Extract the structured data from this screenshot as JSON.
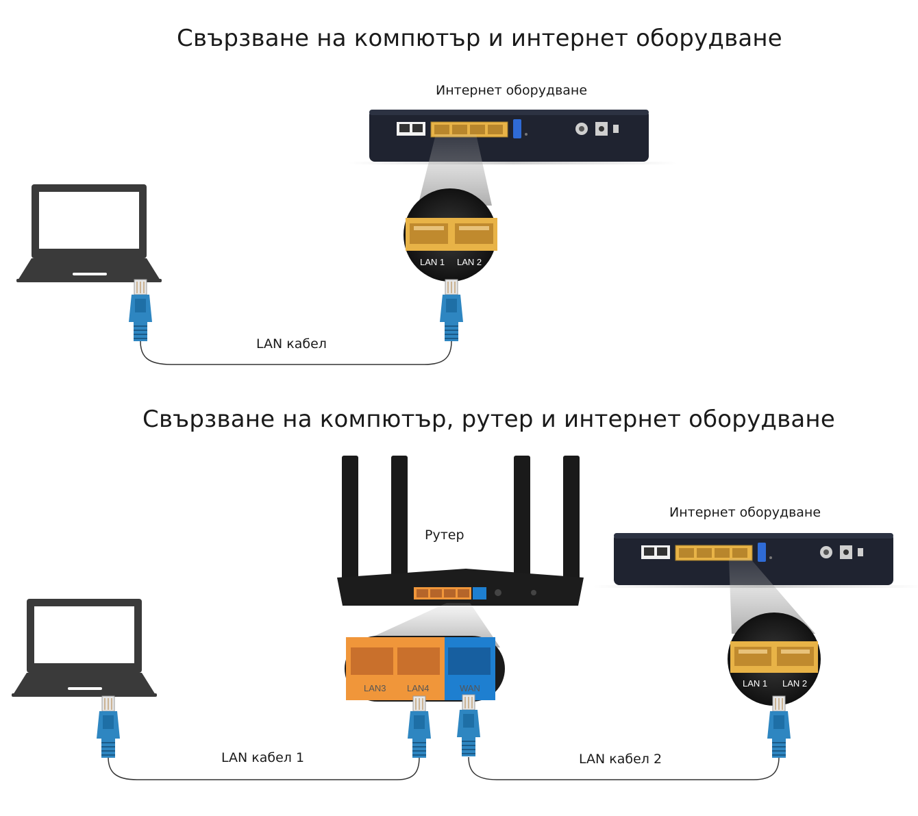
{
  "section1": {
    "title": "Свързване на компютър и интернет оборудване",
    "device_label": "Интернет оборудване",
    "cable_label": "LAN кабел",
    "zoom_ports": [
      "LAN 1",
      "LAN 2"
    ]
  },
  "section2": {
    "title": "Свързване на компютър, рутер и интернет оборудване",
    "router_label": "Рутер",
    "device_label": "Интернет оборудване",
    "cable1_label": "LAN кабел 1",
    "cable2_label": "LAN кабел 2",
    "router_zoom_ports": [
      "LAN3",
      "LAN4",
      "WAN"
    ],
    "device_zoom_ports": [
      "LAN 1",
      "LAN 2"
    ]
  },
  "colors": {
    "laptop": "#3a3a3a",
    "connector": "#2e86c1",
    "lan_port": "#e8b347",
    "router_lan_port": "#f0963a",
    "wan_port": "#1e7fd0",
    "device_body": "#1f2330"
  },
  "icons": [
    "laptop-icon",
    "modem-icon",
    "router-icon",
    "rj45-connector-icon"
  ]
}
